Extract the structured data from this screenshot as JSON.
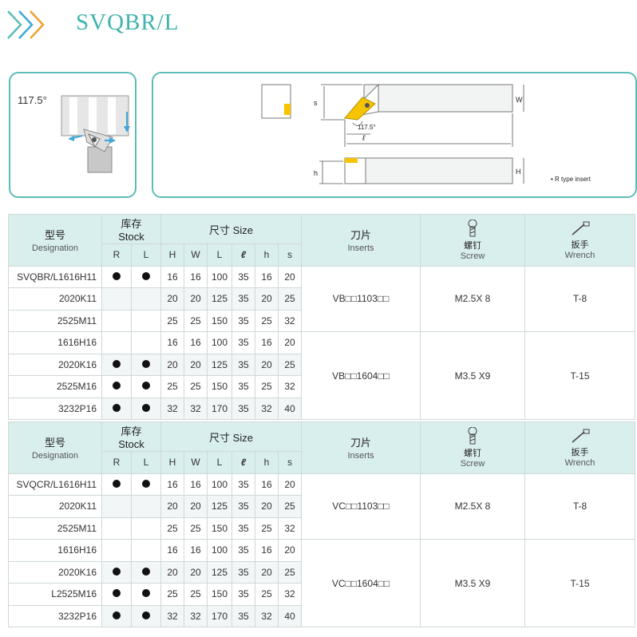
{
  "header": {
    "title": "SVQBR/L"
  },
  "diagram": {
    "angle_main": "117.5°",
    "angle_small": "117.5°",
    "dim_s": "s",
    "dim_w": "W",
    "dim_l": "ℓ",
    "dim_h_small": "h",
    "dim_h_big": "H",
    "note": "• R type insert"
  },
  "columns": {
    "designation_cn": "型号",
    "designation_en": "Designation",
    "stock_cn": "库存",
    "stock_en": "Stock",
    "stock_r": "R",
    "stock_l": "L",
    "size_label": "尺寸 Size",
    "size_h": "H",
    "size_w": "W",
    "size_len": "L",
    "size_ell": "ℓ",
    "size_sh": "h",
    "size_s": "s",
    "inserts_cn": "刀片",
    "inserts_en": "Inserts",
    "screw_cn": "螺钉",
    "screw_en": "Screw",
    "wrench_cn": "扳手",
    "wrench_en": "Wrench"
  },
  "table1": {
    "groups": [
      {
        "insert": "VB□□1103□□",
        "screw": "M2.5X 8",
        "wrench": "T-8",
        "rows": [
          {
            "des": "SVQBR/L1616H11",
            "r": true,
            "l": true,
            "H": "16",
            "W": "16",
            "L": "100",
            "ell": "35",
            "h": "16",
            "s": "20"
          },
          {
            "des": "2020K11",
            "r": false,
            "l": false,
            "H": "20",
            "W": "20",
            "L": "125",
            "ell": "35",
            "h": "20",
            "s": "25"
          },
          {
            "des": "2525M11",
            "r": false,
            "l": false,
            "H": "25",
            "W": "25",
            "L": "150",
            "ell": "35",
            "h": "25",
            "s": "32"
          }
        ]
      },
      {
        "insert": "VB□□1604□□",
        "screw": "M3.5 X9",
        "wrench": "T-15",
        "rows": [
          {
            "des": "1616H16",
            "r": false,
            "l": false,
            "H": "16",
            "W": "16",
            "L": "100",
            "ell": "35",
            "h": "16",
            "s": "20"
          },
          {
            "des": "2020K16",
            "r": true,
            "l": true,
            "H": "20",
            "W": "20",
            "L": "125",
            "ell": "35",
            "h": "20",
            "s": "25"
          },
          {
            "des": "2525M16",
            "r": true,
            "l": true,
            "H": "25",
            "W": "25",
            "L": "150",
            "ell": "35",
            "h": "25",
            "s": "32"
          },
          {
            "des": "3232P16",
            "r": true,
            "l": true,
            "H": "32",
            "W": "32",
            "L": "170",
            "ell": "35",
            "h": "32",
            "s": "40"
          }
        ]
      }
    ]
  },
  "table2": {
    "groups": [
      {
        "insert": "VC□□1103□□",
        "screw": "M2.5X 8",
        "wrench": "T-8",
        "rows": [
          {
            "des": "SVQCR/L1616H11",
            "r": true,
            "l": true,
            "H": "16",
            "W": "16",
            "L": "100",
            "ell": "35",
            "h": "16",
            "s": "20"
          },
          {
            "des": "2020K11",
            "r": false,
            "l": false,
            "H": "20",
            "W": "20",
            "L": "125",
            "ell": "35",
            "h": "20",
            "s": "25"
          },
          {
            "des": "2525M11",
            "r": false,
            "l": false,
            "H": "25",
            "W": "25",
            "L": "150",
            "ell": "35",
            "h": "25",
            "s": "32"
          }
        ]
      },
      {
        "insert": "VC□□1604□□",
        "screw": "M3.5 X9",
        "wrench": "T-15",
        "rows": [
          {
            "des": "1616H16",
            "r": false,
            "l": false,
            "H": "16",
            "W": "16",
            "L": "100",
            "ell": "35",
            "h": "16",
            "s": "20"
          },
          {
            "des": "2020K16",
            "r": true,
            "l": true,
            "H": "20",
            "W": "20",
            "L": "125",
            "ell": "35",
            "h": "20",
            "s": "25"
          },
          {
            "des": "L2525M16",
            "r": true,
            "l": true,
            "H": "25",
            "W": "25",
            "L": "150",
            "ell": "35",
            "h": "25",
            "s": "32"
          },
          {
            "des": "3232P16",
            "r": true,
            "l": true,
            "H": "32",
            "W": "32",
            "L": "170",
            "ell": "35",
            "h": "32",
            "s": "40"
          }
        ]
      }
    ]
  }
}
